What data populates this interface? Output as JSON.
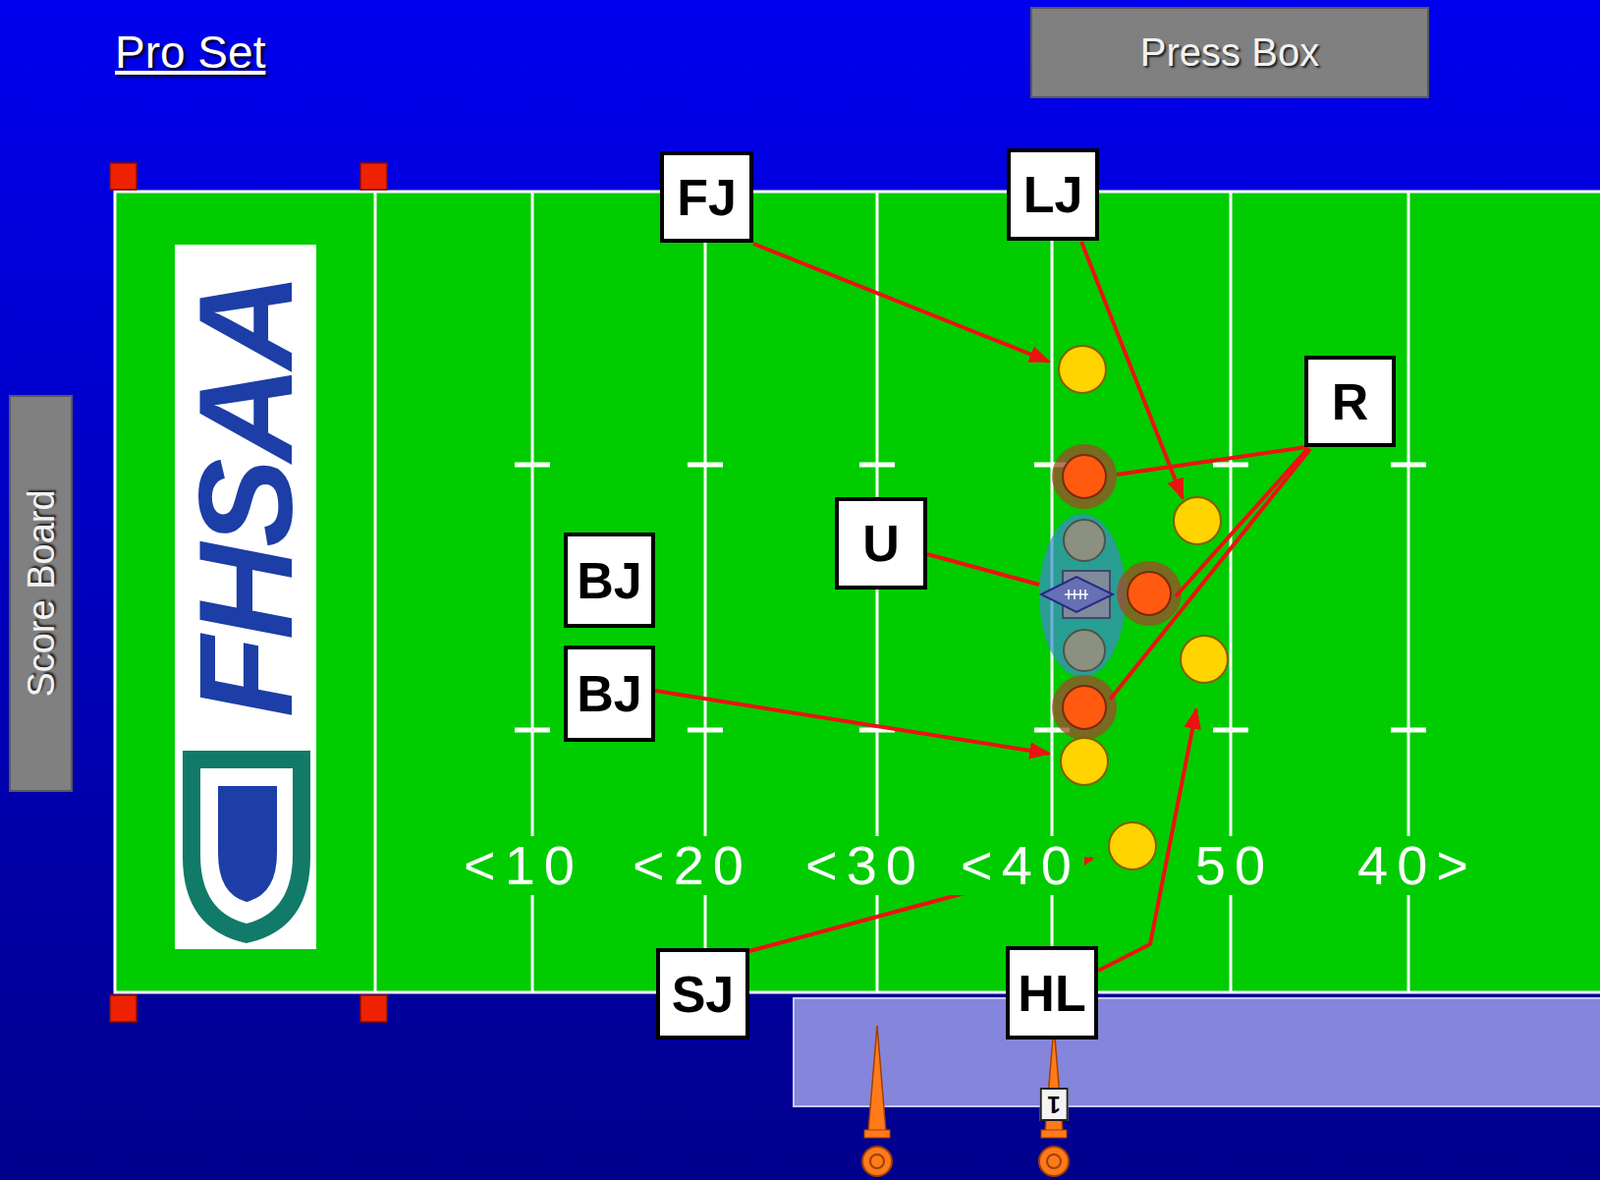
{
  "diagram": {
    "title": "Pro Set",
    "nodes": [
      {
        "text": [
          "Press Box"
        ]
      },
      {
        "text": [
          "Score Board"
        ]
      },
      {
        "text": [
          "FJ"
        ]
      },
      {
        "text": [
          "LJ"
        ]
      },
      {
        "text": [
          "R"
        ]
      },
      {
        "text": [
          "U"
        ]
      },
      {
        "text": [
          "BJ"
        ]
      },
      {
        "text": [
          "BJ"
        ]
      },
      {
        "text": [
          "SJ"
        ]
      },
      {
        "text": [
          "HL"
        ]
      }
    ],
    "labels": [
      "FHSAA",
      "<10",
      "<20",
      "<30",
      "<40",
      "50",
      "40>",
      "1"
    ]
  }
}
